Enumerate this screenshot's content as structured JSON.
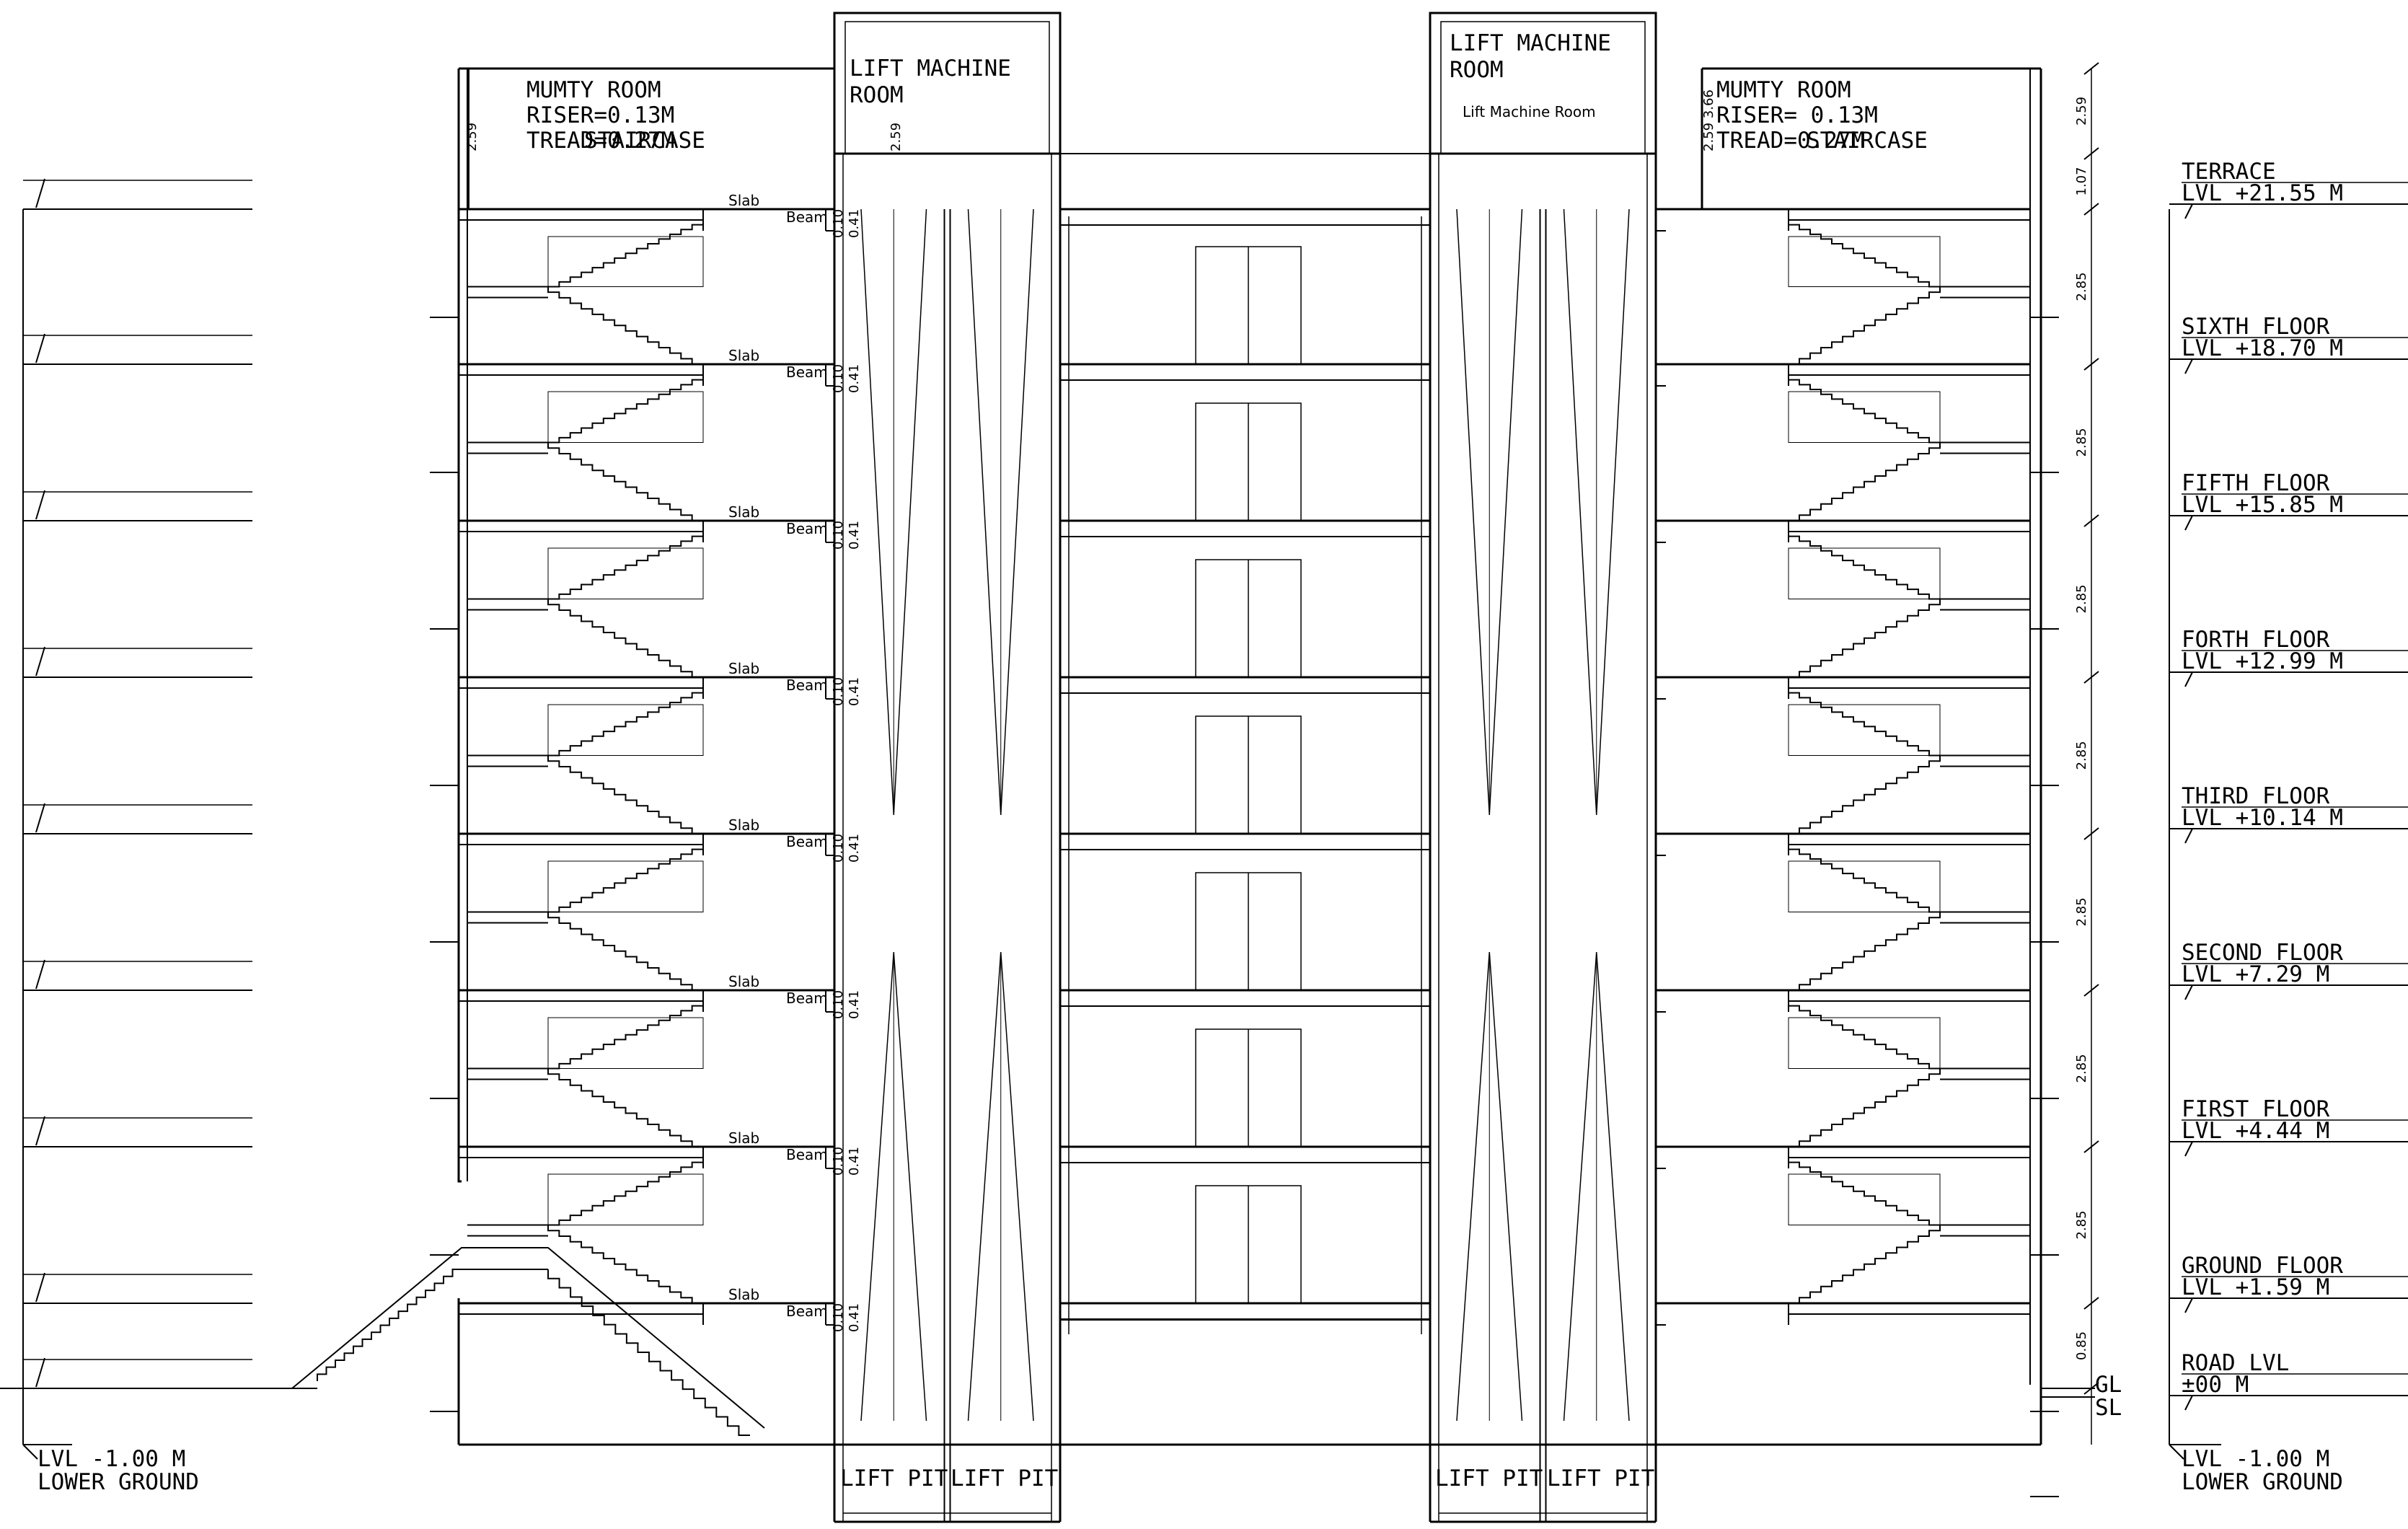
{
  "drawing": {
    "room_labels": {
      "mumty_left": [
        "MUMTY ROOM",
        "RISER=0.13M",
        "TREAD=0.27M"
      ],
      "staircase_left": "STAIRCASE",
      "mumty_right": [
        "MUMTY ROOM",
        "RISER= 0.13M",
        "TREAD=0.27M"
      ],
      "staircase_right": "STAIRCASE",
      "lift_machine_left": [
        "LIFT MACHINE",
        "ROOM"
      ],
      "lift_machine_right": [
        "LIFT MACHINE",
        "ROOM"
      ],
      "lift_machine_right_note": "Lift Machine Room",
      "lift_pit": "LIFT PIT"
    },
    "member_labels": {
      "slab": "Slab",
      "beam": "Beam",
      "beam_depth": "0.41",
      "slab_depth": "0.10"
    },
    "levels_right": [
      {
        "name": "TERRACE",
        "level": "LVL +21.55 M"
      },
      {
        "name": "SIXTH FLOOR",
        "level": "LVL +18.70 M"
      },
      {
        "name": "FIFTH FLOOR",
        "level": "LVL +15.85 M"
      },
      {
        "name": "FORTH FLOOR",
        "level": "LVL +12.99 M"
      },
      {
        "name": "THIRD FLOOR",
        "level": "LVL +10.14 M"
      },
      {
        "name": "SECOND FLOOR",
        "level": "LVL +7.29 M"
      },
      {
        "name": "FIRST FLOOR",
        "level": "LVL +4.44 M"
      },
      {
        "name": "GROUND FLOOR",
        "level": "LVL +1.59 M"
      },
      {
        "name": "ROAD LVL",
        "level": "±00 M"
      }
    ],
    "lower_ground": {
      "level": "LVL -1.00 M",
      "name": "LOWER GROUND"
    },
    "dimensions_right": [
      "2.59",
      "1.07",
      "2.85",
      "2.85",
      "2.85",
      "2.85",
      "2.85",
      "2.85",
      "2.85",
      "0.85"
    ],
    "dimension_mumty": "2.59",
    "dimension_mumty_right": "2.59 3.66",
    "gl_sl": [
      "GL",
      "SL"
    ]
  }
}
